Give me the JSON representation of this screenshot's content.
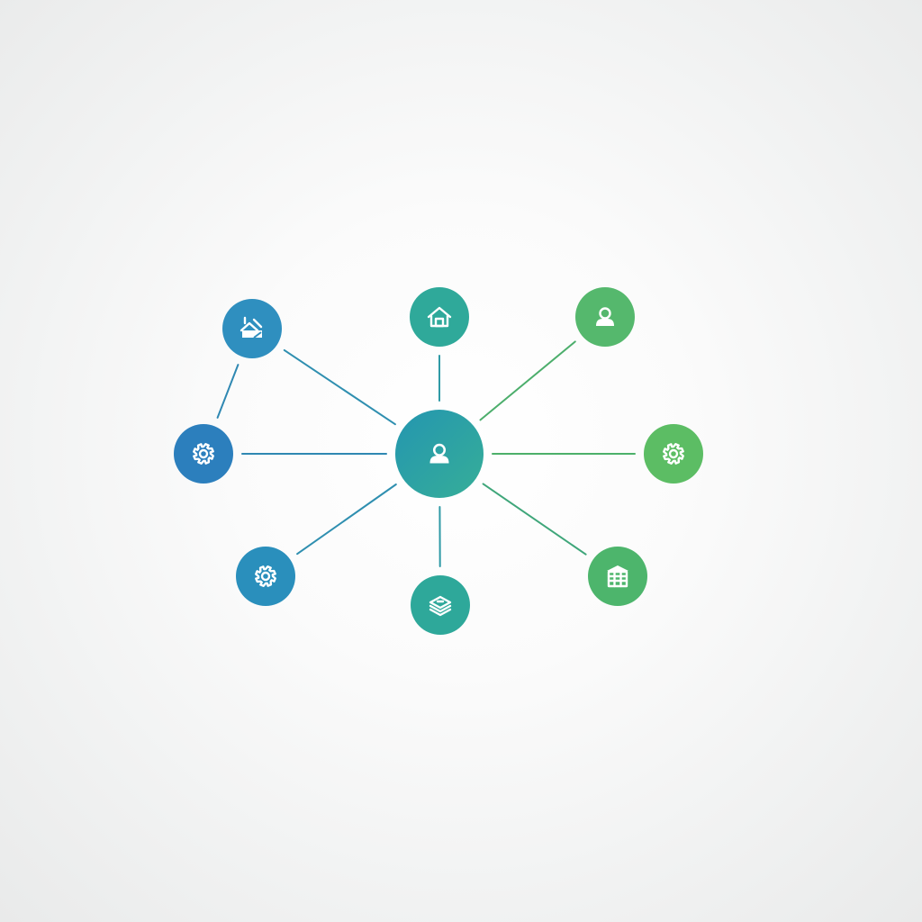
{
  "diagram": {
    "type": "hub-and-spoke network",
    "hub": {
      "id": "hub",
      "icon": "user-icon",
      "color": "#2aa0a2"
    },
    "nodes": [
      {
        "id": "n-top-left",
        "icon": "house-tools-icon",
        "color": "#2f8fbf"
      },
      {
        "id": "n-top",
        "icon": "house-icon",
        "color": "#2fa99a"
      },
      {
        "id": "n-top-right",
        "icon": "user-icon",
        "color": "#55b86d"
      },
      {
        "id": "n-left",
        "icon": "gear-icon",
        "color": "#2c7fbd"
      },
      {
        "id": "n-right",
        "icon": "gear-icon",
        "color": "#5cbd64"
      },
      {
        "id": "n-bottom-left",
        "icon": "gear-icon",
        "color": "#2a8fbc"
      },
      {
        "id": "n-bottom",
        "icon": "layers-icon",
        "color": "#2ea89a"
      },
      {
        "id": "n-bottom-right",
        "icon": "building-icon",
        "color": "#4db56c"
      }
    ],
    "edges": [
      {
        "from": "hub",
        "to": "n-top-left",
        "color": "#2f8fb0"
      },
      {
        "from": "hub",
        "to": "n-top",
        "color": "#2f9aa6"
      },
      {
        "from": "hub",
        "to": "n-top-right",
        "color": "#4cae6c"
      },
      {
        "from": "hub",
        "to": "n-left",
        "color": "#2f88b2"
      },
      {
        "from": "hub",
        "to": "n-right",
        "color": "#4cb06a"
      },
      {
        "from": "hub",
        "to": "n-bottom-left",
        "color": "#2f8fb0"
      },
      {
        "from": "hub",
        "to": "n-bottom",
        "color": "#2f9aa6"
      },
      {
        "from": "hub",
        "to": "n-bottom-right",
        "color": "#3fa67a"
      },
      {
        "from": "n-top-left",
        "to": "n-left",
        "color": "#2f88b2"
      }
    ]
  }
}
